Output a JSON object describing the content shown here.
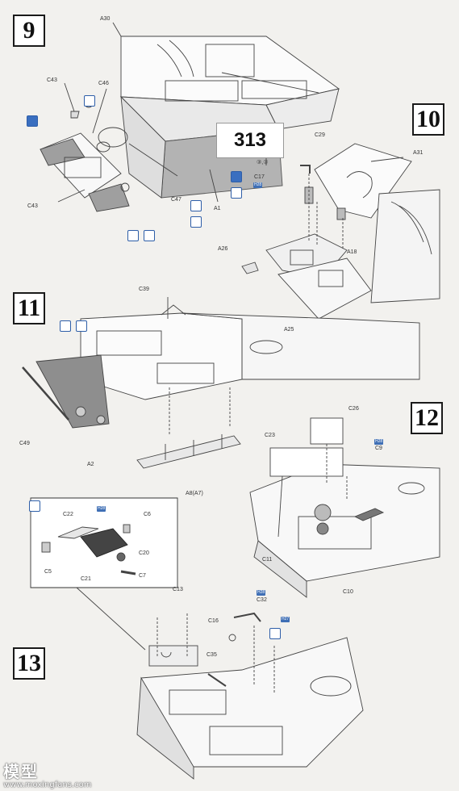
{
  "steps": [
    "9",
    "10",
    "11",
    "12",
    "13"
  ],
  "step9": {
    "parts": [
      "A30",
      "C43",
      "C46",
      "C43",
      "C47",
      "A1"
    ],
    "hull_number": "313",
    "decal_refs": "③,③"
  },
  "step10": {
    "parts": [
      "C29",
      "A31",
      "C17",
      "A18",
      "A26",
      "A25"
    ],
    "badge": "H28"
  },
  "step11": {
    "parts": [
      "C39",
      "C49",
      "A2",
      "A8(A7)"
    ]
  },
  "step12": {
    "parts": [
      "C26",
      "C23",
      "C9",
      "C11",
      "C10"
    ],
    "badge": "H28"
  },
  "detail": {
    "parts": [
      "C22",
      "C6",
      "C5",
      "C21",
      "C20",
      "C7"
    ],
    "badge": "H28"
  },
  "step13": {
    "parts": [
      "C13",
      "C32",
      "C16",
      "C35"
    ],
    "badge_c32": "H28",
    "badge_rod": "H27"
  },
  "watermark": {
    "line1": "模型",
    "line2": "www.moxingfans.com"
  },
  "colors": {
    "icon_blue": "#3a6fc0",
    "paper": "#f2f1ee",
    "hull_grey": "#b3b3b3"
  }
}
